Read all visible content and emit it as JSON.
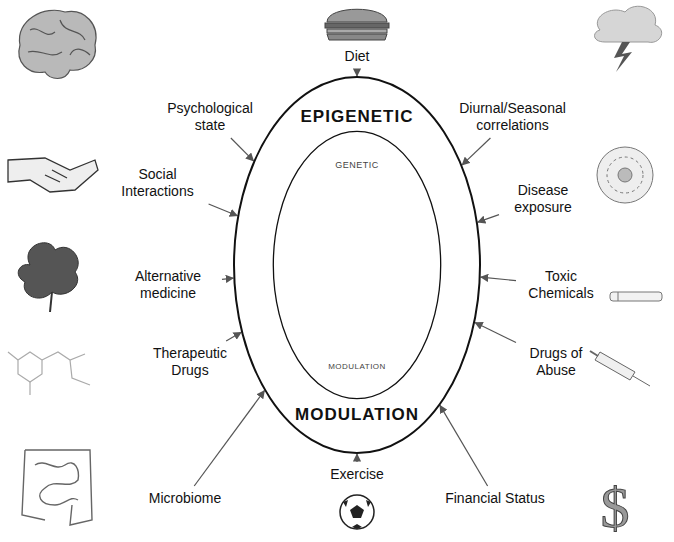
{
  "diagram": {
    "nodes": [
      {
        "text": [
          "EPIGENETIC",
          "MODULATION"
        ]
      },
      {
        "text": [
          "GENETIC",
          "MODULATION"
        ],
        "in": 0
      },
      {
        "text": [
          "Diet"
        ]
      },
      {
        "text": [
          "Psychological state"
        ]
      },
      {
        "text": [
          "Diurnal/Seasonal correlations"
        ]
      },
      {
        "text": [
          "Social Interactions"
        ]
      },
      {
        "text": [
          "Disease exposure"
        ]
      },
      {
        "text": [
          "Alternative medicine"
        ]
      },
      {
        "text": [
          "Toxic Chemicals"
        ]
      },
      {
        "text": [
          "Therapeutic Drugs"
        ]
      },
      {
        "text": [
          "Drugs of Abuse"
        ]
      },
      {
        "text": [
          "Microbiome"
        ]
      },
      {
        "text": [
          "Exercise"
        ]
      },
      {
        "text": [
          "Financial Status"
        ]
      }
    ],
    "edges": [
      {
        "from": 2,
        "to": 0,
        "arrow": "to"
      },
      {
        "from": 3,
        "to": 0,
        "arrow": "to"
      },
      {
        "from": 4,
        "to": 0,
        "arrow": "to"
      },
      {
        "from": 5,
        "to": 0,
        "arrow": "to"
      },
      {
        "from": 6,
        "to": 0,
        "arrow": "to"
      },
      {
        "from": 7,
        "to": 0,
        "arrow": "to"
      },
      {
        "from": 8,
        "to": 0,
        "arrow": "to"
      },
      {
        "from": 9,
        "to": 0,
        "arrow": "to"
      },
      {
        "from": 10,
        "to": 0,
        "arrow": "to"
      },
      {
        "from": 11,
        "to": 0,
        "arrow": "to"
      },
      {
        "from": 12,
        "to": 0,
        "arrow": "to"
      },
      {
        "from": 13,
        "to": 0,
        "arrow": "to"
      }
    ]
  }
}
